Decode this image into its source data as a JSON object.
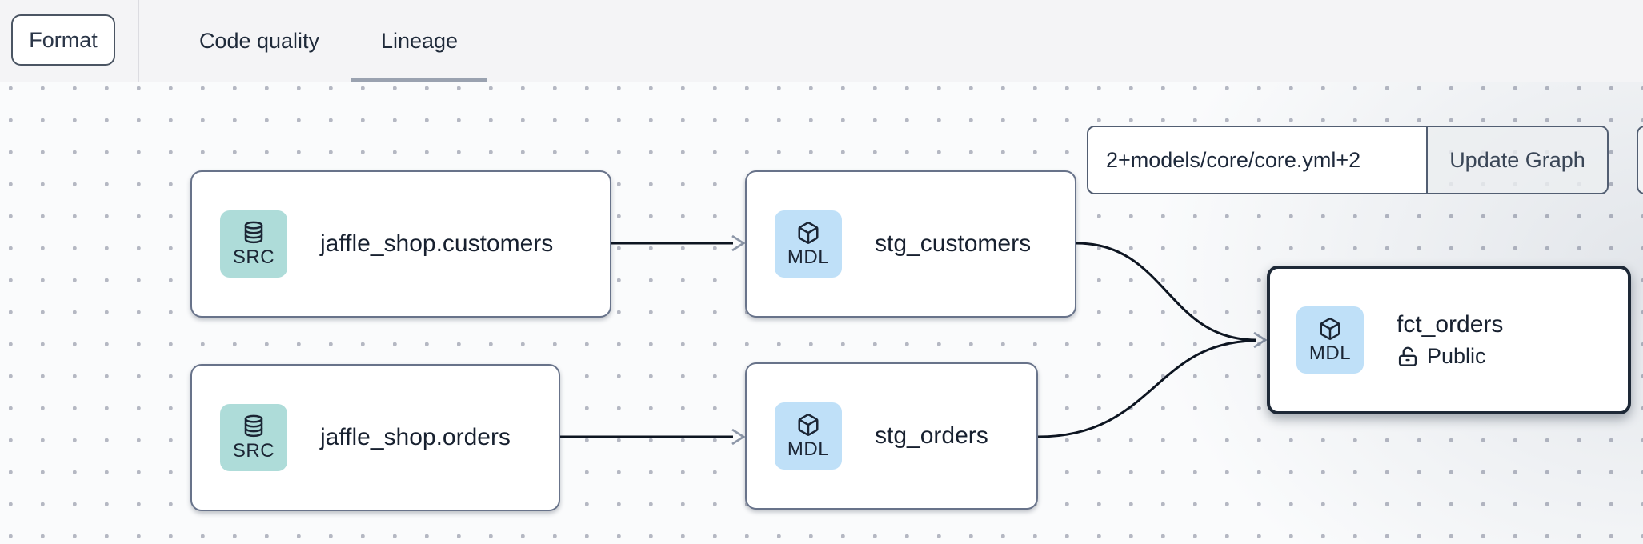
{
  "header": {
    "format_button": "Format",
    "tabs": [
      {
        "label": "Code quality",
        "active": false
      },
      {
        "label": "Lineage",
        "active": true
      }
    ]
  },
  "controls": {
    "selector_input_value": "2+models/core/core.yml+2",
    "update_graph_button": "Update Graph"
  },
  "graph": {
    "nodes": [
      {
        "id": "source-jaffle-shop-customers",
        "badge": "SRC",
        "title": "jaffle_shop.customers",
        "type": "source"
      },
      {
        "id": "source-jaffle-shop-orders",
        "badge": "SRC",
        "title": "jaffle_shop.orders",
        "type": "source"
      },
      {
        "id": "model-stg-customers",
        "badge": "MDL",
        "title": "stg_customers",
        "type": "model"
      },
      {
        "id": "model-stg-orders",
        "badge": "MDL",
        "title": "stg_orders",
        "type": "model"
      },
      {
        "id": "model-fct-orders",
        "badge": "MDL",
        "title": "fct_orders",
        "access": "Public",
        "type": "model",
        "selected": true
      }
    ],
    "edges": [
      {
        "from": "source-jaffle-shop-customers",
        "to": "model-stg-customers"
      },
      {
        "from": "source-jaffle-shop-orders",
        "to": "model-stg-orders"
      },
      {
        "from": "model-stg-customers",
        "to": "model-fct-orders"
      },
      {
        "from": "model-stg-orders",
        "to": "model-fct-orders"
      }
    ]
  },
  "colors": {
    "topbar_bg": "#f4f4f6",
    "canvas_bg": "#fafbfc",
    "dot_grid": "#b5b8c3",
    "source_badge_bg": "#aedcd9",
    "model_badge_bg": "#bfe0f8",
    "node_border": "#68738a",
    "selected_node_border": "#1e2937",
    "edge": "#0d1521",
    "arrowhead": "#8d97a8",
    "tab_underline": "#9aa2b0",
    "text_dark": "#17202f"
  }
}
